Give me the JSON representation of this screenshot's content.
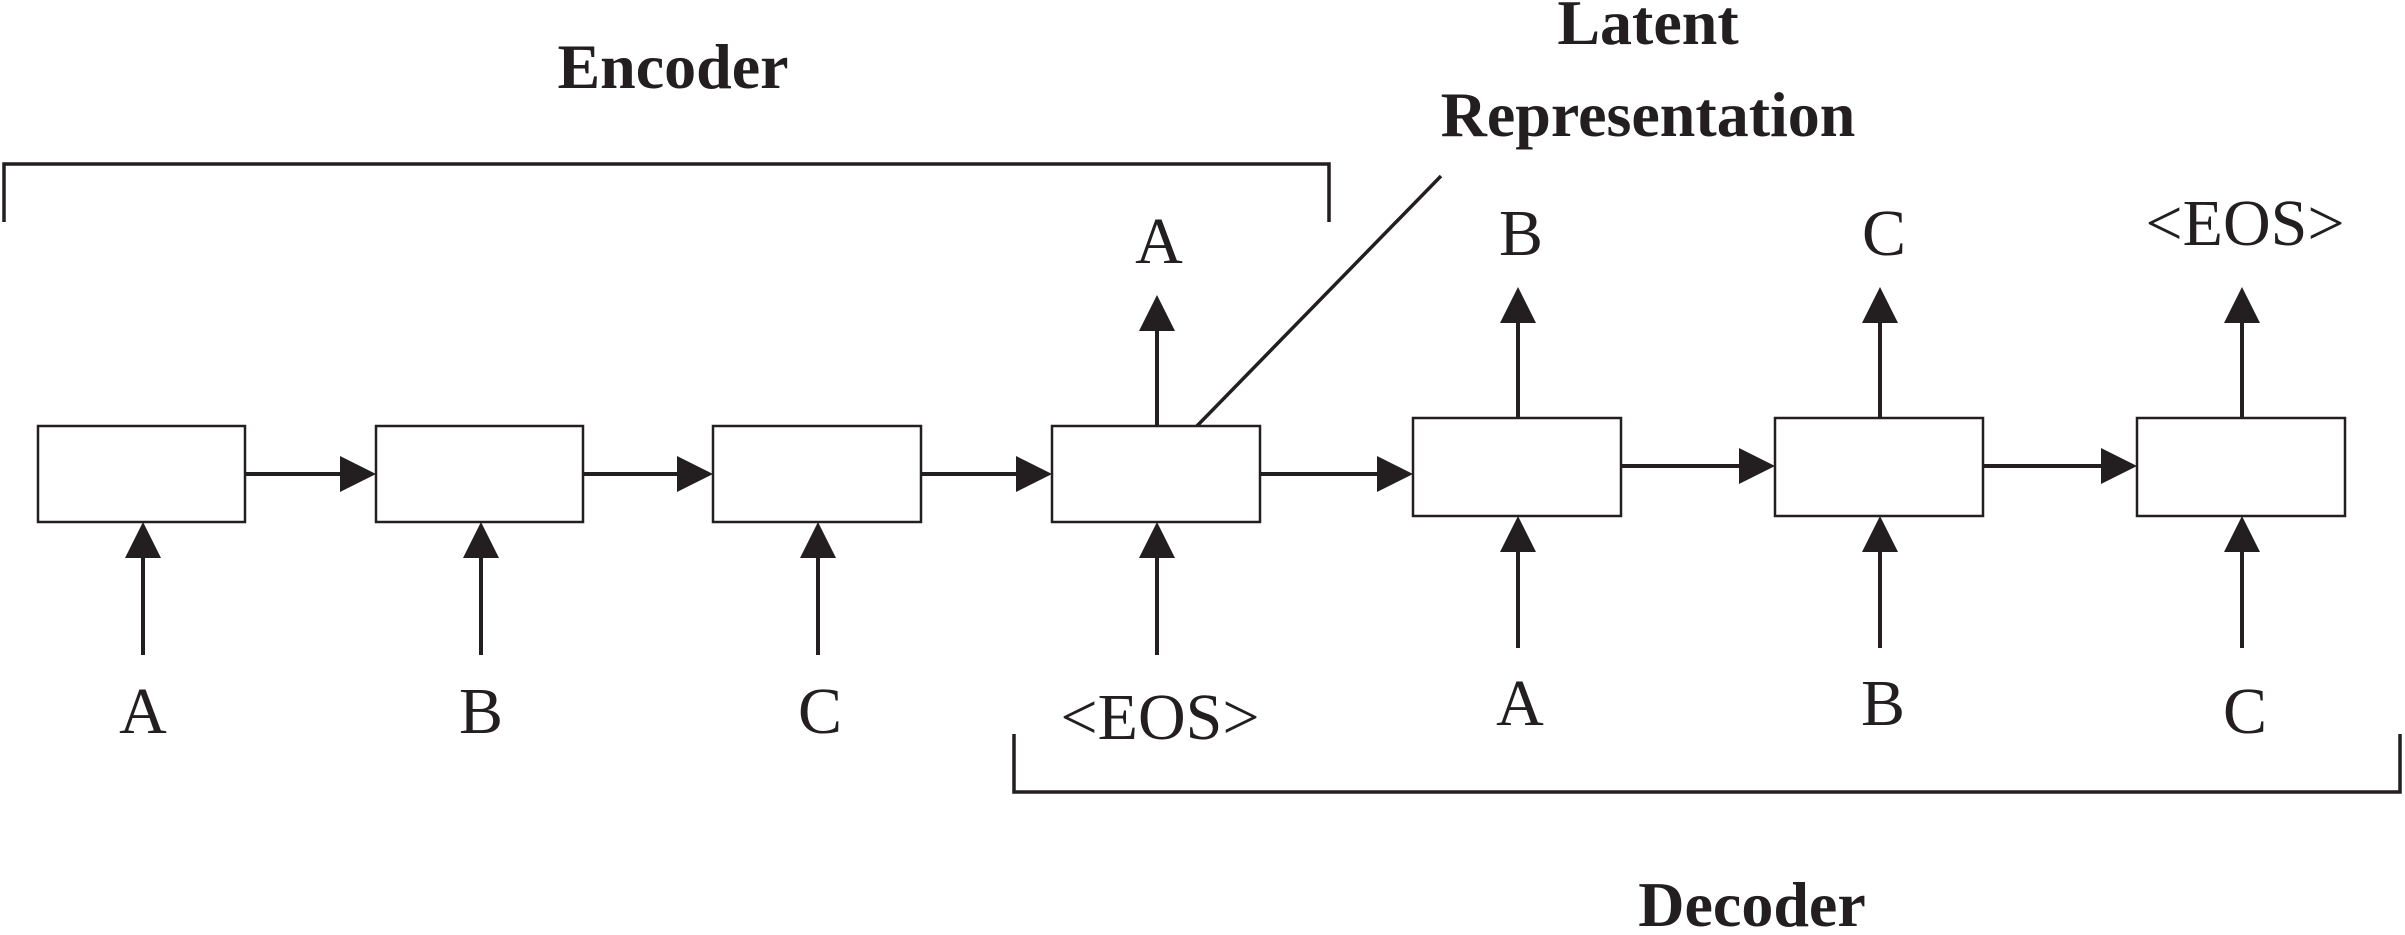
{
  "titles": {
    "encoder": "Encoder",
    "decoder": "Decoder",
    "latent_line1": "Latent",
    "latent_line2": "Representation"
  },
  "inputs": [
    "A",
    "B",
    "C",
    "<EOS>",
    "A",
    "B",
    "C"
  ],
  "outputs": [
    "A",
    "B",
    "C",
    "<EOS>"
  ],
  "colors": {
    "ink": "#231f20",
    "background": "#ffffff"
  }
}
